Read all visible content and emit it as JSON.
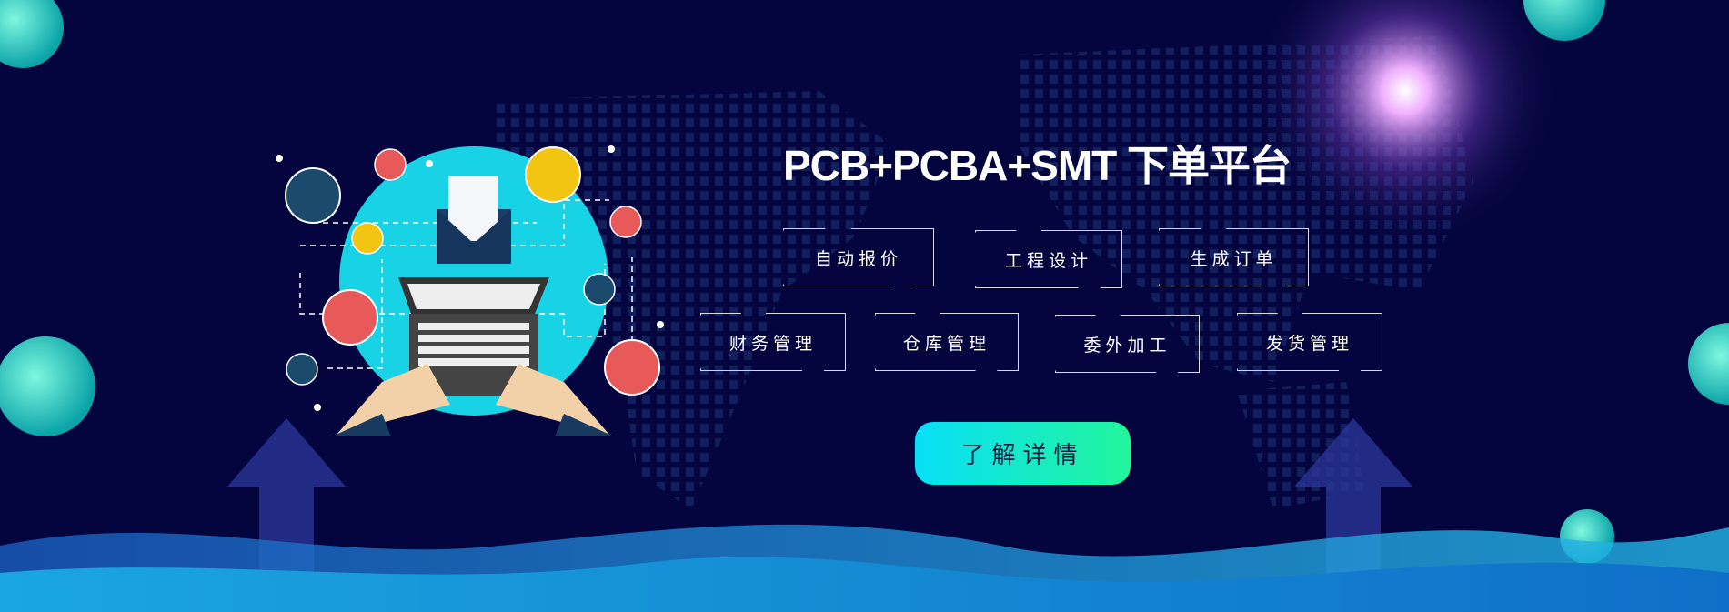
{
  "banner": {
    "title": "PCB+PCBA+SMT  下单平台",
    "features_row1": [
      "自动报价",
      "工程设计",
      "生成订单"
    ],
    "features_row2": [
      "财务管理",
      "仓库管理",
      "委外加工",
      "发货管理"
    ],
    "cta_label": "了解详情"
  },
  "colors": {
    "background": "#04053f",
    "accent_start": "#08dff7",
    "accent_end": "#22f59c",
    "globe": "#18d2e6"
  }
}
